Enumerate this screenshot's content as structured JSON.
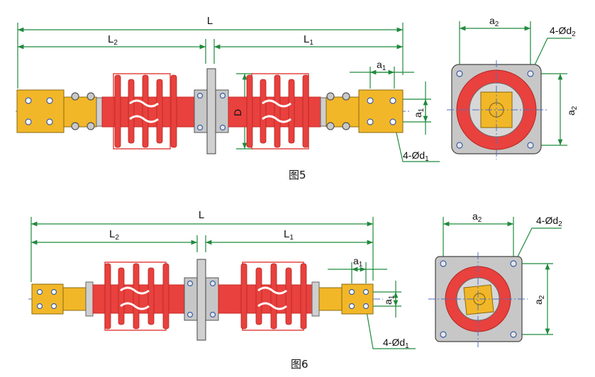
{
  "figures": [
    {
      "caption": "图5",
      "labels": {
        "overall_length": "L",
        "left_length": "L",
        "left_length_sub": "2",
        "right_length": "L",
        "right_length_sub": "1",
        "flange_diameter": "D"
      },
      "terminal_labels": {
        "spacing": "a",
        "spacing_sub": "1",
        "holes": "4-Ød",
        "holes_sub": "1"
      },
      "end_view_labels": {
        "top": "a",
        "top_sub": "2",
        "side": "a",
        "side_sub": "2",
        "holes": "4-Ød",
        "holes_sub": "2"
      }
    },
    {
      "caption": "图6",
      "labels": {
        "overall_length": "L",
        "left_length": "L",
        "left_length_sub": "2",
        "right_length": "L",
        "right_length_sub": "1"
      },
      "terminal_labels": {
        "spacing": "a",
        "spacing_sub": "1",
        "holes": "4-Ød",
        "holes_sub": "1"
      },
      "end_view_labels": {
        "top": "a",
        "top_sub": "2",
        "side": "a",
        "side_sub": "2",
        "holes": "4-Ød",
        "holes_sub": "2"
      }
    }
  ],
  "colors": {
    "dimension": "#1f8a3c",
    "insulator": "#e8413e",
    "insulator_outline": "#e23a36",
    "terminal": "#f2b728",
    "flange": "#c7c7c7",
    "centerline": "#4f6fc4",
    "hole": "#9bb7e6"
  }
}
